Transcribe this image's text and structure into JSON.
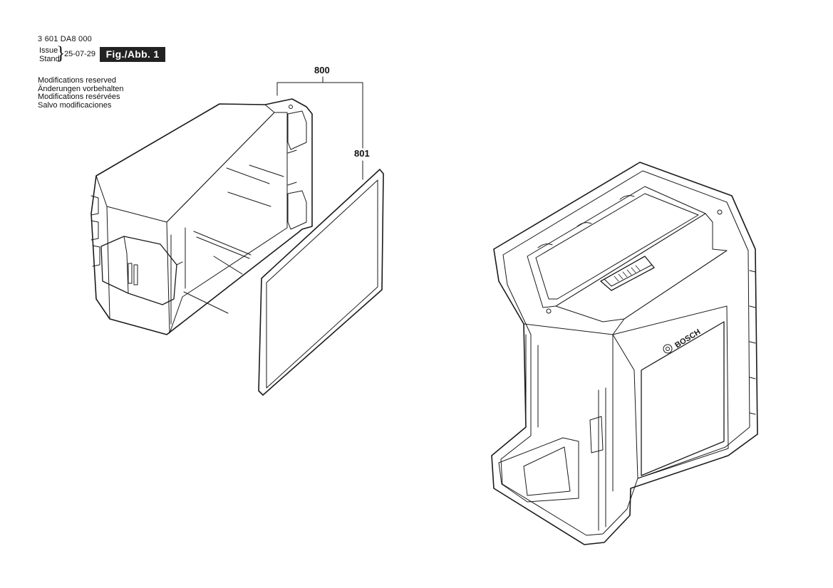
{
  "header": {
    "part_number": "3 601  DA8 000",
    "issue_label": "Issue",
    "stand_label": "Stand",
    "brace": "}",
    "issue_date": "25-07-29",
    "figure_label": "Fig./Abb. 1"
  },
  "modifications": [
    "Modifications reserved",
    "Änderungen vorbehalten",
    "Modifications resérvées",
    "Salvo modificaciones"
  ],
  "callouts": {
    "part_800": "800",
    "part_801": "801"
  },
  "brand_mark": "BOSCH",
  "colors": {
    "line": "#1a1a1a",
    "badge_bg": "#222222",
    "badge_text": "#ffffff"
  }
}
